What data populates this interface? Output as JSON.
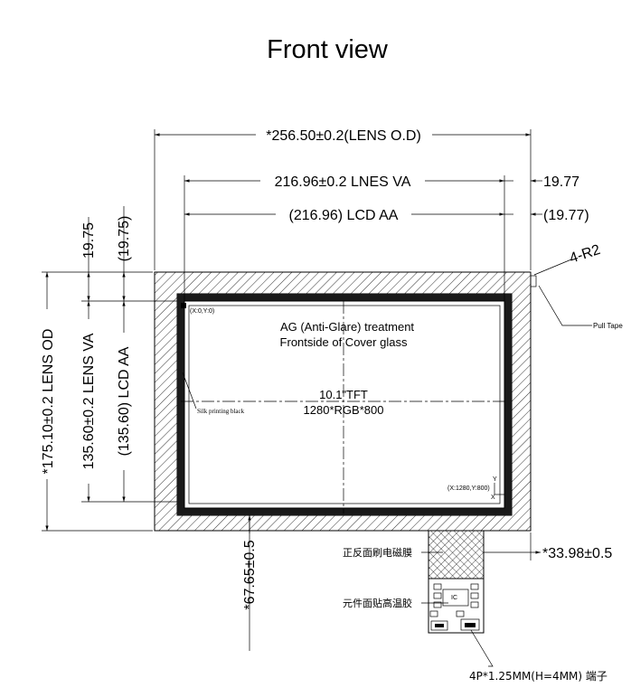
{
  "title": "Front view",
  "dimensions": {
    "lens_od_width": "*256.50±0.2(LENS O.D)",
    "lens_va_width": "216.96±0.2 LNES  VA",
    "lcd_aa_width": "(216.96) LCD AA",
    "right_margin": "19.77",
    "right_margin_ref": "(19.77)",
    "top_margin": "19.75",
    "top_margin_ref": "(19.75)",
    "lens_od_height": "*175.10±0.2 LENS OD",
    "lens_va_height": "135.60±0.2 LENS VA",
    "lcd_aa_height": "(135.60) LCD AA",
    "fpc_offset": "*67.65±0.5",
    "fpc_width": "*33.98±0.5",
    "corner_radius": "4-R2"
  },
  "notes": {
    "treatment_line1": "AG (Anti-Glare) treatment",
    "treatment_line2": "Frontside of Cover glass",
    "tft_size": "10.1\"TFT",
    "resolution": "1280*RGB*800",
    "silk_printing": "Silk printing black",
    "origin_coord": "(X:0,Y:0)",
    "end_coord": "(X:1280,Y:800)",
    "axis_y": "Y",
    "axis_x": "X",
    "pull_tape": "Pull Tape",
    "emi_film": "正反面刷电磁膜",
    "high_temp_tape": "元件面贴高温胶",
    "connector": "4P*1.25MM(H=4MM) 端子",
    "chip_label": "IC"
  }
}
